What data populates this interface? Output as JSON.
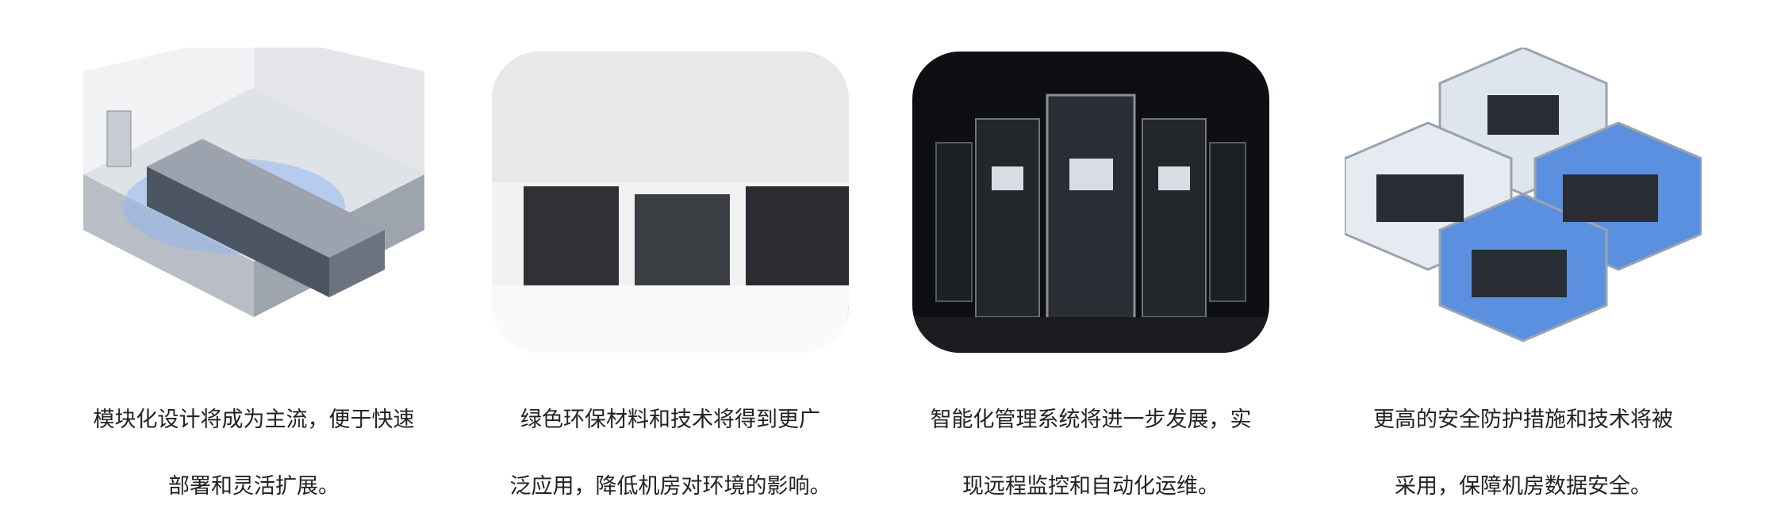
{
  "cards": [
    {
      "caption": {
        "line1": "模块化设计将成为主流，便于快速",
        "line2": "部署和灵活扩展。"
      }
    },
    {
      "caption": {
        "line1": "绿色环保材料和技术将得到更广",
        "line2": "泛应用，降低机房对环境的影响。"
      }
    },
    {
      "caption": {
        "line1": "智能化管理系统将进一步发展，实",
        "line2": "现远程监控和自动化运维。"
      }
    },
    {
      "caption": {
        "line1": "更高的安全防护措施和技术将被",
        "line2": "采用，保障机房数据安全。"
      }
    }
  ],
  "colors": {
    "accent_blue": "#5b8fe0",
    "rack_dark": "#2a2d33",
    "caption_text": "#222222"
  }
}
